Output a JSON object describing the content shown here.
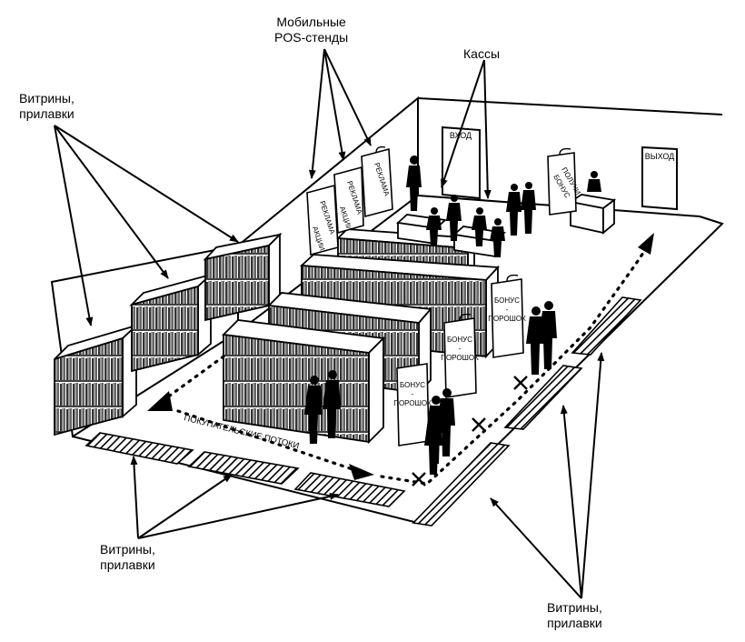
{
  "callouts": {
    "mobile_pos": {
      "line1": "Мобильные",
      "line2": "POS-стенды"
    },
    "cash_desks": "Кассы",
    "showcases_top_left": {
      "line1": "Витрины,",
      "line2": "прилавки"
    },
    "showcases_bottom_left": {
      "line1": "Витрины,",
      "line2": "прилавки"
    },
    "showcases_bottom_right": {
      "line1": "Витрины,",
      "line2": "прилавки"
    }
  },
  "doors": {
    "entrance": "ВХОД",
    "exit": "ВЫХОД"
  },
  "pos_stands": [
    {
      "text": "РЕКЛАМА",
      "sub": "АКЦИИ"
    },
    {
      "text": "РЕКЛАМА",
      "sub": "АКЦИИ"
    },
    {
      "text": "РЕКЛАМА",
      "sub": ""
    }
  ],
  "promo_stand": {
    "line1": "ПОЛУЧИ",
    "line2": "БОНУС"
  },
  "bonus_signs": [
    {
      "line1": "БОНУС",
      "line2": "-",
      "line3": "ПОРОШОК"
    },
    {
      "line1": "БОНУС",
      "line2": "-",
      "line3": "ПОРОШОК"
    },
    {
      "line1": "БОНУС",
      "line2": "-",
      "line3": "ПОРОШОК"
    }
  ],
  "flow_label": "ПОКУПАТЕЛЬСКИЕ ПОТОКИ"
}
